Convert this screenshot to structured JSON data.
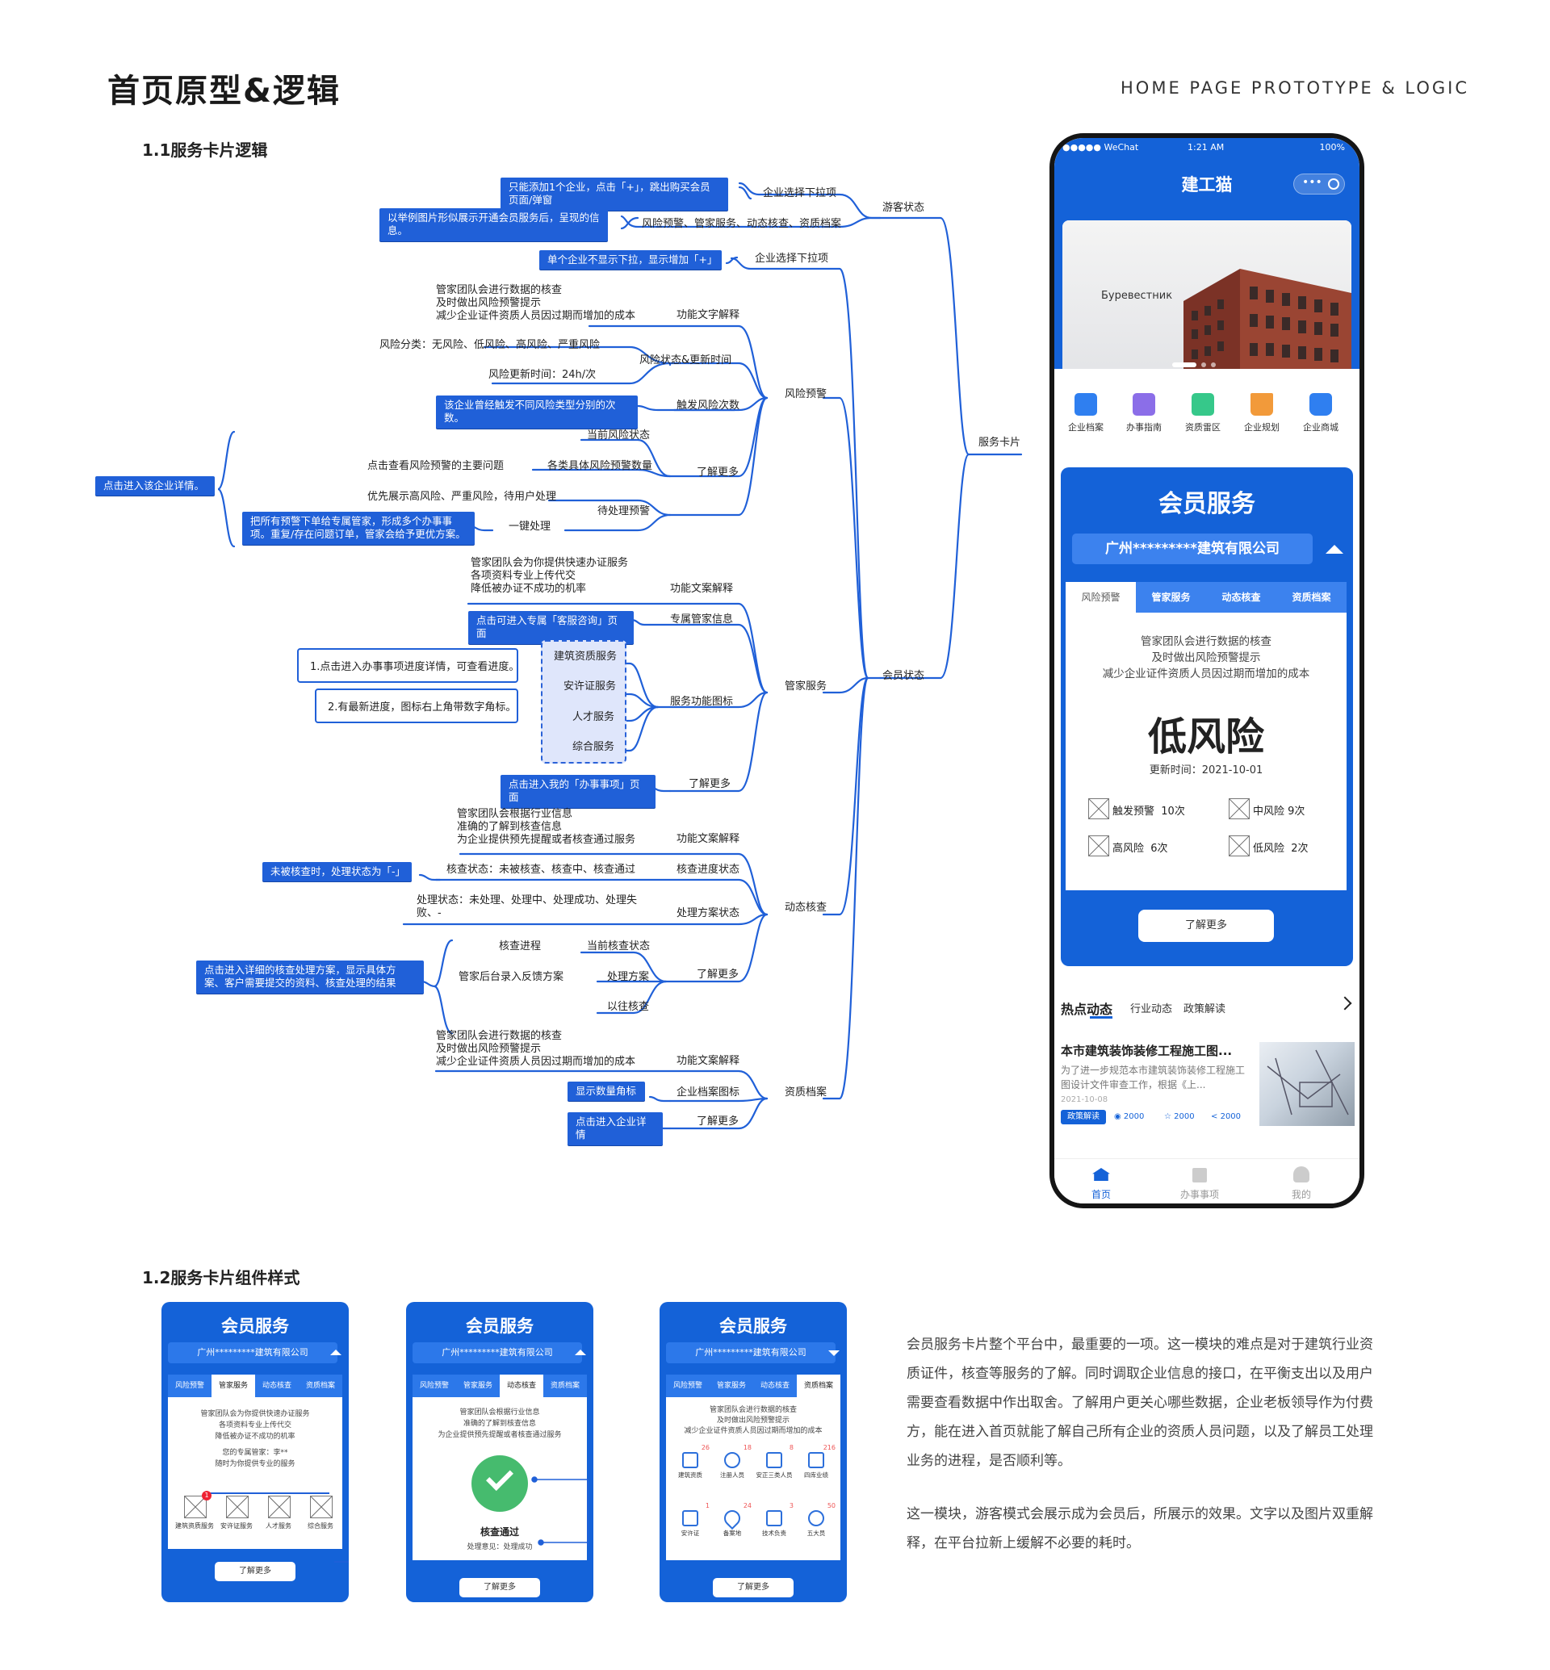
{
  "header": {
    "title": "首页原型&逻辑",
    "subtitle": "HOME PAGE PROTOTYPE & LOGIC"
  },
  "sections": {
    "s1": "1.1服务卡片逻辑",
    "s2": "1.2服务卡片组件样式"
  },
  "mindmap": {
    "root": "服务卡片",
    "l1": {
      "guest": "游客状态",
      "member": "会员状态"
    },
    "l2": {
      "risk": "风险预警",
      "butler": "管家服务",
      "dynamic": "动态核查",
      "archive": "资质档案"
    },
    "guest_branch": {
      "enterprise_dropdown": "企业选择下拉项",
      "services": "风险预警、管家服务、动态核查、资质档案",
      "note1": "只能添加1个企业，点击「+」，跳出购买会员页面/弹窗",
      "note2": "以举例图片形似展示开通会员服务后，呈现的信息。"
    },
    "member_dropdown": {
      "label": "企业选择下拉项",
      "note": "单个企业不显示下拉，显示增加「+」"
    },
    "risk_branch": {
      "explain_label": "功能文字解释",
      "explain_text": [
        "管家团队会进行数据的核查",
        "及时做出风险预警提示",
        "减少企业证件资质人员因过期而增加的成本"
      ],
      "status_label": "风险状态&更新时间",
      "category": "风险分类：无风险、低风险、高风险、严重风险",
      "update": "风险更新时间：24h/次",
      "count_label": "触发风险次数",
      "count_note": "该企业曾经触发不同风险类型分别的次数。",
      "more": "了解更多",
      "current": "当前风险状态",
      "view_issue": "点击查看风险预警的主要问题",
      "category_count": "各类具体风险预警数量",
      "pending_label": "待处理预警",
      "priority": "优先展示高风险、严重风险，待用户处理",
      "one_click": "一键处理",
      "one_click_note": "把所有预警下单给专属管家，形成多个办事事项。重复/存在问题订单，管家会给予更优方案。",
      "detail_note": "点击进入该企业详情。"
    },
    "butler_branch": {
      "explain_label": "功能文案解释",
      "explain_text": [
        "管家团队会为你提供快速办证服务",
        "各项资料专业上传代交",
        "降低被办证不成功的机率"
      ],
      "info_label": "专属管家信息",
      "info_note": "点击可进入专属「客服咨询」页面",
      "icons_label": "服务功能图标",
      "icons": [
        "建筑资质服务",
        "安许证服务",
        "人才服务",
        "综合服务"
      ],
      "note1": "1.点击进入办事事项进度详情，可查看进度。",
      "note2": "2.有最新进度，图标右上角带数字角标。",
      "more": "了解更多",
      "more_note": "点击进入我的「办事事项」页面"
    },
    "dynamic_branch": {
      "explain_label": "功能文案解释",
      "explain_text": [
        "管家团队会根据行业信息",
        "准确的了解到核查信息",
        "为企业提供预先提醒或者核查通过服务"
      ],
      "progress_label": "核查进度状态",
      "progress_text": "核查状态：未被核查、核查中、核查通过",
      "progress_note": "未被核查时，处理状态为「-」",
      "plan_label": "处理方案状态",
      "plan_text": "处理状态：未处理、处理中、处理成功、处理失败、-",
      "more": "了解更多",
      "current": "当前核查状态",
      "process": "核查进程",
      "plan": "处理方案",
      "feedback": "管家后台录入反馈方案",
      "history": "以往核查",
      "more_note": "点击进入详细的核查处理方案，显示具体方案、客户需要提交的资料、核查处理的结果"
    },
    "archive_branch": {
      "explain_label": "功能文案解释",
      "explain_text": [
        "管家团队会进行数据的核查",
        "及时做出风险预警提示",
        "减少企业证件资质人员因过期而增加的成本"
      ],
      "icon_label": "企业档案图标",
      "icon_note": "显示数量角标",
      "more": "了解更多",
      "more_note": "点击进入企业详情"
    }
  },
  "phone": {
    "status": {
      "carrier": "●●●●● WeChat",
      "time": "1:21 AM",
      "battery": "100%"
    },
    "app_title": "建工猫",
    "banner_text": "Буревестник",
    "menu": [
      "企业档案",
      "办事指南",
      "资质雷区",
      "企业规划",
      "企业商城"
    ],
    "card": {
      "title": "会员服务",
      "company": "广州*********建筑有限公司",
      "tabs": [
        "风险预警",
        "管家服务",
        "动态核查",
        "资质档案"
      ],
      "desc": [
        "管家团队会进行数据的核查",
        "及时做出风险预警提示",
        "减少企业证件资质人员因过期而增加的成本"
      ],
      "risk": "低风险",
      "update": "更新时间：2021-10-01",
      "stats": [
        {
          "label": "触发预警",
          "value": "10次"
        },
        {
          "label": "中风险",
          "value": "9次"
        },
        {
          "label": "高风险",
          "value": "6次"
        },
        {
          "label": "低风险",
          "value": "2次"
        }
      ],
      "more": "了解更多"
    },
    "news_tabs": [
      "热点动态",
      "行业动态",
      "政策解读"
    ],
    "news": {
      "title": "本市建筑装饰装修工程施工图...",
      "desc": "为了进一步规范本市建筑装饰装修工程施工图设计文件审查工作，根据《上...",
      "date": "2021-10-08",
      "tag": "政策解读",
      "views": "2000",
      "likes": "2000",
      "shares": "2000"
    },
    "tabbar": [
      "首页",
      "办事事项",
      "我的"
    ]
  },
  "mini_cards": [
    {
      "title": "会员服务",
      "company": "广州*********建筑有限公司",
      "tabs": [
        "风险预警",
        "管家服务",
        "动态核查",
        "资质档案"
      ],
      "active": 1,
      "desc": [
        "管家团队会为你提供快速办证服务",
        "各项资料专业上传代交",
        "降低被办证不成功的机率"
      ],
      "butler": [
        "您的专属管家：李**",
        "随时为你提供专业的服务"
      ],
      "icons": [
        "建筑资质服务",
        "安许证服务",
        "人才服务",
        "综合服务"
      ],
      "badge": "1",
      "more": "了解更多"
    },
    {
      "title": "会员服务",
      "company": "广州*********建筑有限公司",
      "tabs": [
        "风险预警",
        "管家服务",
        "动态核查",
        "资质档案"
      ],
      "active": 2,
      "desc": [
        "管家团队会根据行业信息",
        "准确的了解到核查信息",
        "为企业提供预先提醒或者核查通过服务"
      ],
      "status": "核查通过",
      "opinion": "处理意见：处理成功",
      "more": "了解更多"
    },
    {
      "title": "会员服务",
      "company": "广州*********建筑有限公司",
      "tabs": [
        "风险预警",
        "管家服务",
        "动态核查",
        "资质档案"
      ],
      "active": 3,
      "desc": [
        "管家团队会进行数据的核查",
        "及时做出风险预警提示",
        "减少企业证件资质人员因过期而增加的成本"
      ],
      "items": [
        {
          "label": "建筑资质",
          "count": "26"
        },
        {
          "label": "注册人员",
          "count": "18"
        },
        {
          "label": "安正三类人员",
          "count": "8"
        },
        {
          "label": "四库业绩",
          "count": "216"
        },
        {
          "label": "安许证",
          "count": "1"
        },
        {
          "label": "备案地",
          "count": "24"
        },
        {
          "label": "技术负责",
          "count": "3"
        },
        {
          "label": "五大员",
          "count": "50"
        }
      ],
      "more": "了解更多"
    }
  ],
  "description": {
    "p1": "会员服务卡片整个平台中，最重要的一项。这一模块的难点是对于建筑行业资质证件，核查等服务的了解。同时调取企业信息的接口，在平衡支出以及用户需要查看数据中作出取舍。了解用户更关心哪些数据，企业老板领导作为付费方，能在进入首页就能了解自己所有企业的资质人员问题，以及了解员工处理业务的进程，是否顺利等。",
    "p2": "这一模块，游客模式会展示成为会员后，所展示的效果。文字以及图片双重解释，在平台拉新上缓解不必要的耗时。"
  },
  "colors": {
    "primary": "#1462d8",
    "note": "#2060d8",
    "text": "#222222"
  }
}
